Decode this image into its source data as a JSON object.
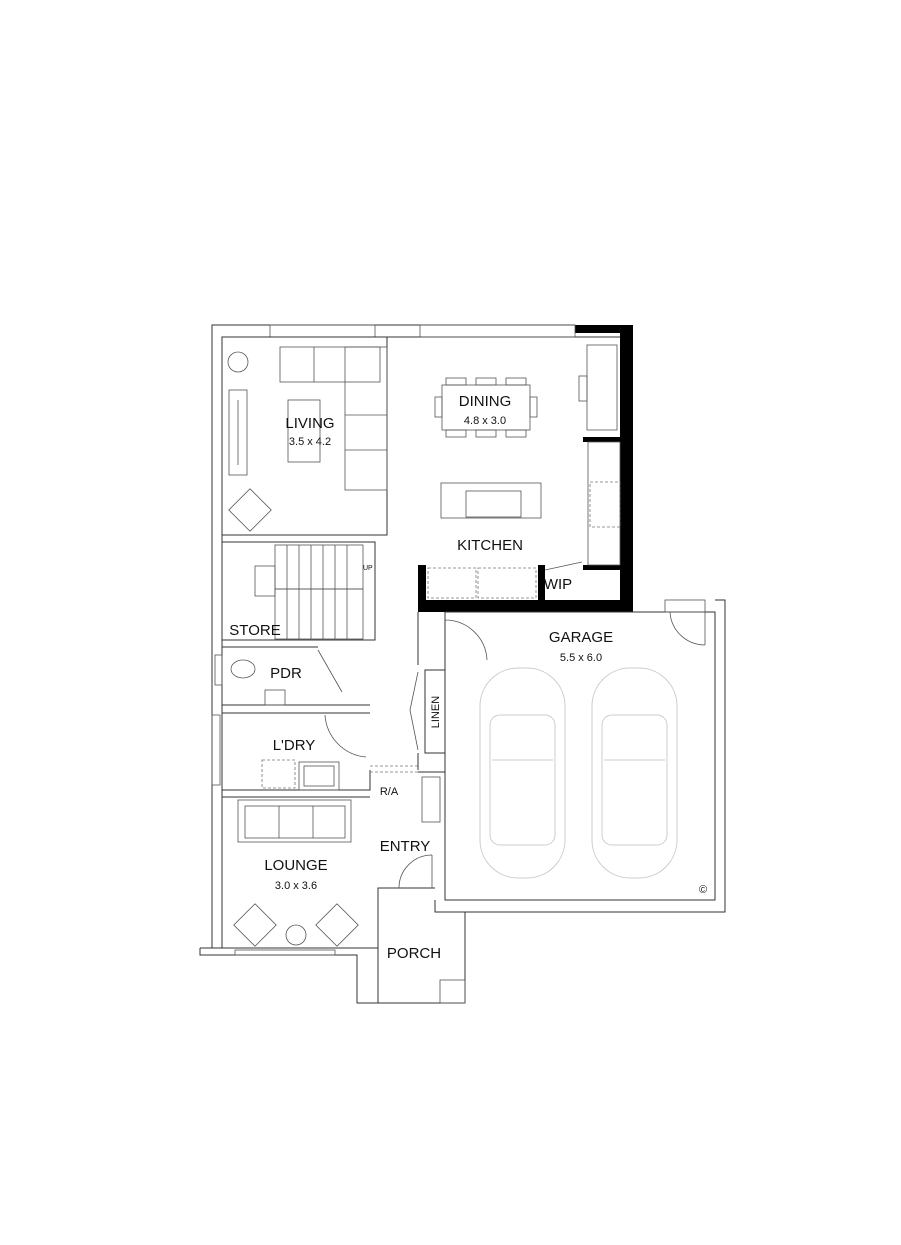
{
  "rooms": {
    "living": {
      "name": "LIVING",
      "size": "3.5 x 4.2"
    },
    "dining": {
      "name": "DINING",
      "size": "4.8 x 3.0"
    },
    "kitchen": {
      "name": "KITCHEN"
    },
    "wip": {
      "name": "WIP"
    },
    "store": {
      "name": "STORE"
    },
    "garage": {
      "name": "GARAGE",
      "size": "5.5 x 6.0"
    },
    "pdr": {
      "name": "PDR"
    },
    "ldry": {
      "name": "L'DRY"
    },
    "linen": {
      "name": "LINEN"
    },
    "entry": {
      "name": "ENTRY"
    },
    "lounge": {
      "name": "LOUNGE",
      "size": "3.0 x 3.6"
    },
    "porch": {
      "name": "PORCH"
    }
  },
  "annotations": {
    "stair_up": "UP",
    "return_air": "R/A",
    "copyright": "©"
  }
}
